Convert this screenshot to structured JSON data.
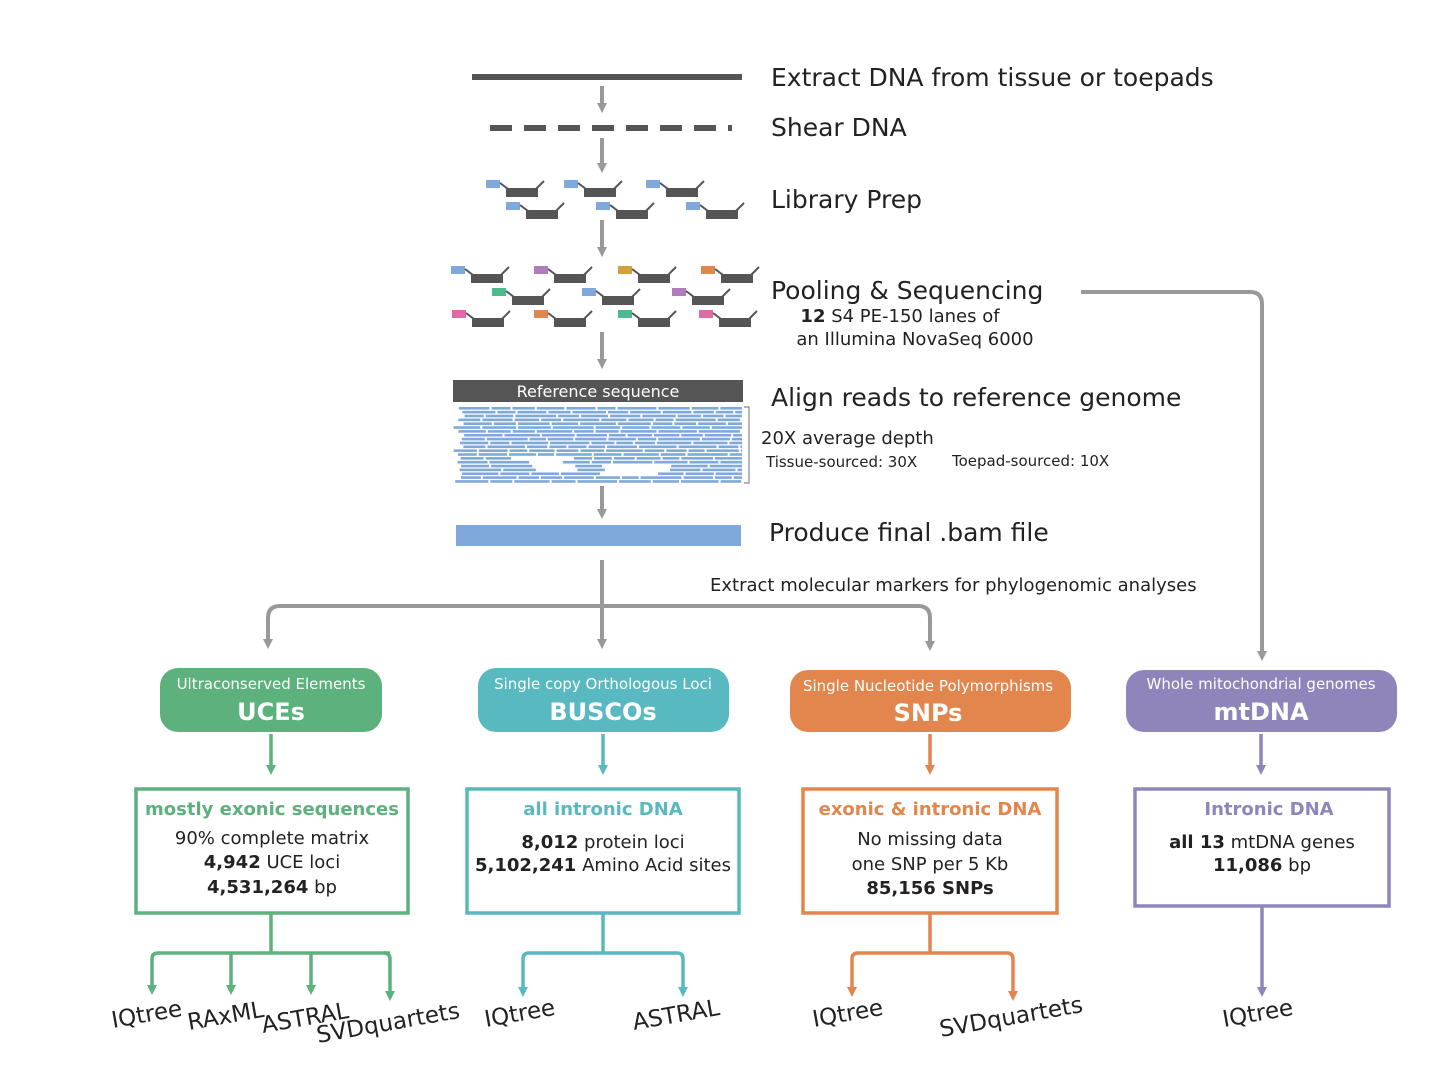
{
  "steps": {
    "extract": "Extract DNA from tissue or toepads",
    "shear": "Shear DNA",
    "library": "Library Prep",
    "pooling": "Pooling & Sequencing",
    "pooling_num": "12",
    "pooling_rest": " S4 PE-150 lanes of",
    "pooling_line2": "an Illumina NovaSeq 6000",
    "align": "Align reads to reference genome",
    "reference_label": "Reference sequence",
    "depth": "20X average depth",
    "depth_tissue": "Tissue-sourced: 30X",
    "depth_toepad": "Toepad-sourced: 10X",
    "bam": "Produce final .bam file",
    "extract_markers": "Extract molecular markers for phylogenomic analyses"
  },
  "colors": {
    "gray": "#999999",
    "dark": "#555555",
    "read_blue": "#7fa9da",
    "uce": "#5db17c",
    "busco": "#58b9c0",
    "snp": "#e2864e",
    "mt": "#8f85bb",
    "adapters": [
      "#7fa9da",
      "#b07cc0",
      "#d4a23a",
      "#e2864e",
      "#4dbb8e",
      "#df6aa6"
    ]
  },
  "markers": [
    {
      "id": "uce",
      "subtitle": "Ultraconserved Elements",
      "title": "UCEs",
      "box_heading": "mostly exonic sequences",
      "lines": [
        {
          "bold": "",
          "text": "90% complete matrix"
        },
        {
          "bold": "4,942",
          "text": " UCE loci"
        },
        {
          "bold": "4,531,264",
          "text": " bp"
        }
      ],
      "tools": [
        "IQtree",
        "RAxML",
        "ASTRAL",
        "SVDquartets"
      ]
    },
    {
      "id": "busco",
      "subtitle": "Single copy Orthologous Loci",
      "title": "BUSCOs",
      "box_heading": "all intronic DNA",
      "lines": [
        {
          "bold": "8,012",
          "text": " protein loci"
        },
        {
          "bold": "5,102,241",
          "text": " Amino Acid sites"
        }
      ],
      "tools": [
        "IQtree",
        "ASTRAL"
      ]
    },
    {
      "id": "snp",
      "subtitle": "Single Nucleotide Polymorphisms",
      "title": "SNPs",
      "box_heading": "exonic & intronic DNA",
      "lines": [
        {
          "bold": "",
          "text": "No missing data"
        },
        {
          "bold": "",
          "text": "one SNP per 5 Kb"
        },
        {
          "bold": "85,156 SNPs",
          "text": ""
        }
      ],
      "tools": [
        "IQtree",
        "SVDquartets"
      ]
    },
    {
      "id": "mt",
      "subtitle": "Whole mitochondrial genomes",
      "title": "mtDNA",
      "box_heading": "Intronic DNA",
      "lines": [
        {
          "bold": "all 13",
          "text": " mtDNA genes"
        },
        {
          "bold": "11,086",
          "text": " bp"
        }
      ],
      "tools": [
        "IQtree"
      ]
    }
  ]
}
